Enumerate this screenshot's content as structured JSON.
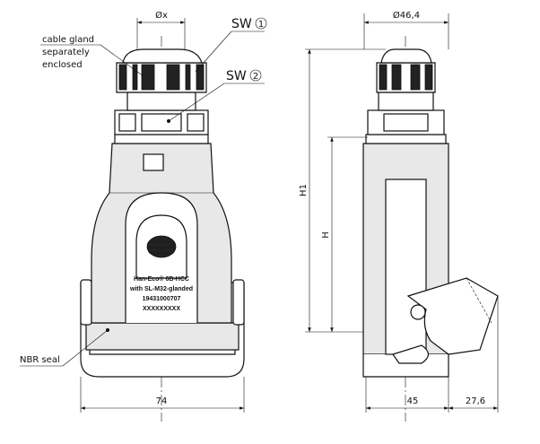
{
  "labels": {
    "cable_gland": [
      "cable gland",
      "separately",
      "enclosed"
    ],
    "sw1": "SW",
    "sw1_num": "1",
    "sw2": "SW",
    "sw2_num": "2",
    "nbr_seal": "NBR seal"
  },
  "dimensions": {
    "dx": "Øx",
    "d46": "Ø46,4",
    "width_74": "74",
    "width_45": "45",
    "width_27": "27,6",
    "h1": "H1",
    "h": "H"
  },
  "product_label": [
    "Han-Eco® 6B-HCC",
    "with SL-M32-glanded",
    "19431000707",
    "XXXXXXXXX"
  ]
}
